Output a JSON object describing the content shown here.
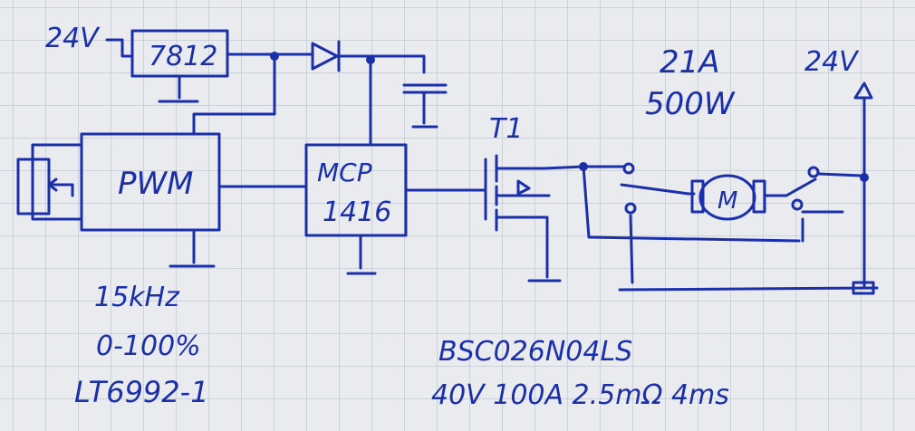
{
  "supply_left": "24V",
  "supply_right": "24V",
  "regulator": "7812",
  "pwm": "PWM",
  "driver_line1": "MCP",
  "driver_line2": "1416",
  "transistor": "T1",
  "motor": "M",
  "load_current": "21A",
  "load_power": "500W",
  "pwm_specs": [
    "15kHz",
    "0-100%",
    "LT6992-1"
  ],
  "mosfet_specs": [
    "BSC026N04LS",
    "40V 100A 2.5mΩ 4ms"
  ],
  "colors": {
    "ink": "#1b2fa8",
    "paper": "#e9ebee",
    "grid": "#b9c2cc"
  }
}
